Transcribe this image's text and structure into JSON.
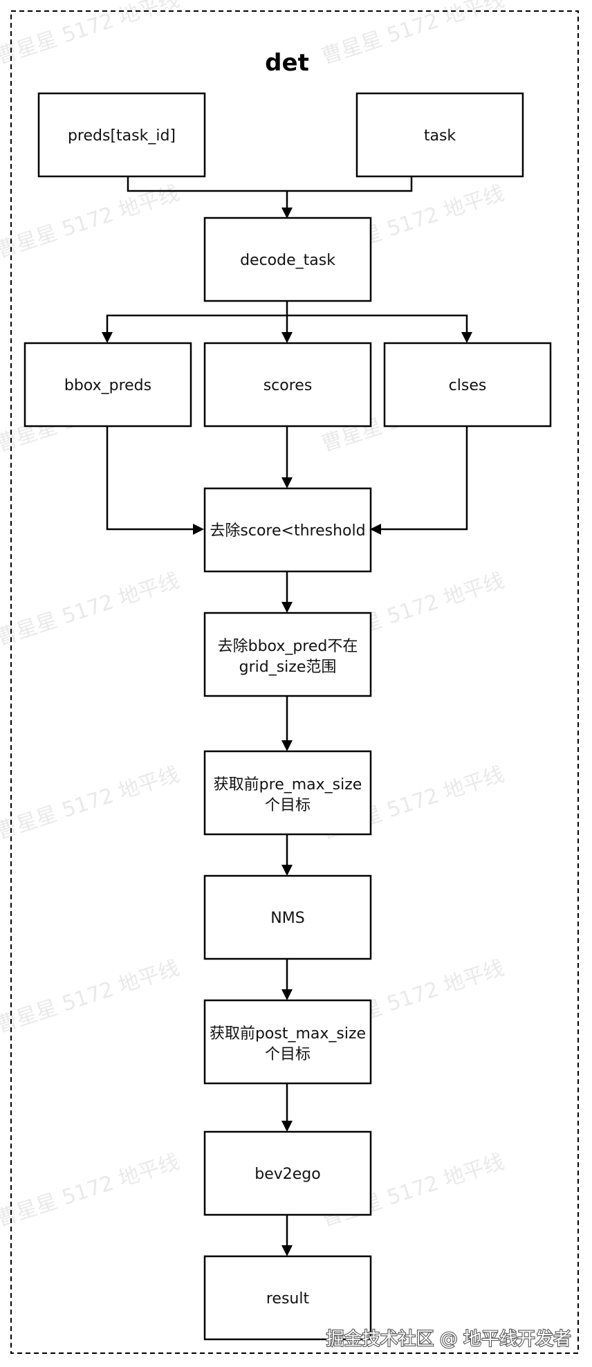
{
  "title": "det",
  "nodes": {
    "preds": [
      "preds[task_id]"
    ],
    "task": [
      "task"
    ],
    "decode": [
      "decode_task"
    ],
    "bbox": [
      "bbox_preds"
    ],
    "scores": [
      "scores"
    ],
    "clses": [
      "clses"
    ],
    "filter_score": [
      "去除score<threshold"
    ],
    "filter_range": [
      "去除bbox_pred不在",
      "grid_size范围"
    ],
    "pre_max": [
      "获取前pre_max_size",
      "个目标"
    ],
    "nms": [
      "NMS"
    ],
    "post_max": [
      "获取前post_max_size",
      "个目标"
    ],
    "bev2ego": [
      "bev2ego"
    ],
    "result": [
      "result"
    ]
  },
  "watermark": "曹星星 5172 地平线",
  "footer": "掘金技术社区 @ 地平线开发者"
}
